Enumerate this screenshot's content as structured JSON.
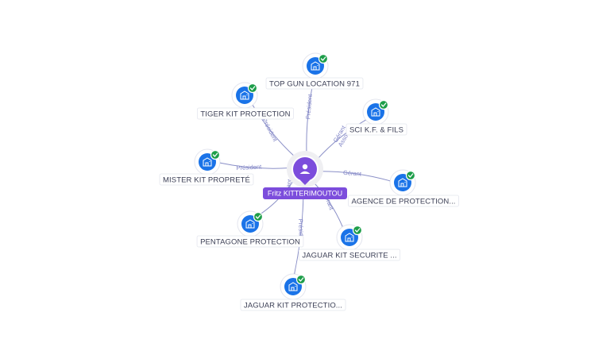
{
  "center": {
    "name": "Fritz KITTERIMOUTOU",
    "icon": "person-icon",
    "color": "#7c4ddc"
  },
  "companies": [
    {
      "id": "top-gun",
      "name": "TOP GUN LOCATION 971",
      "role": "Président",
      "icon": "building-icon",
      "verified": true
    },
    {
      "id": "tiger-kit",
      "name": "TIGER KIT PROTECTION",
      "role": "Président",
      "icon": "building-icon",
      "verified": true
    },
    {
      "id": "sci-kf",
      "name": "SCI K.F. & FILS",
      "role": "Gérant Associé",
      "icon": "building-icon",
      "verified": true
    },
    {
      "id": "mister-kit",
      "name": "MISTER KIT PROPRETÉ",
      "role": "Président",
      "icon": "building-icon",
      "verified": true
    },
    {
      "id": "agence-protection",
      "name": "AGENCE DE PROTECTION...",
      "role": "Gérant",
      "icon": "building-icon",
      "verified": true
    },
    {
      "id": "pentagone",
      "name": "PENTAGONE PROTECTION",
      "role": "Gérant",
      "icon": "building-icon",
      "verified": true
    },
    {
      "id": "jaguar-securite",
      "name": "JAGUAR KIT SECURITE ...",
      "role": "Gérant",
      "icon": "building-icon",
      "verified": true
    },
    {
      "id": "jaguar-protection",
      "name": "JAGUAR KIT PROTECTIO...",
      "role": "Président",
      "icon": "building-icon",
      "verified": true
    }
  ],
  "colors": {
    "company_node": "#1a73e8",
    "verified_badge": "#1e9e4a",
    "edge": "#8a8fc7",
    "edge_label": "#7b7fc4"
  }
}
